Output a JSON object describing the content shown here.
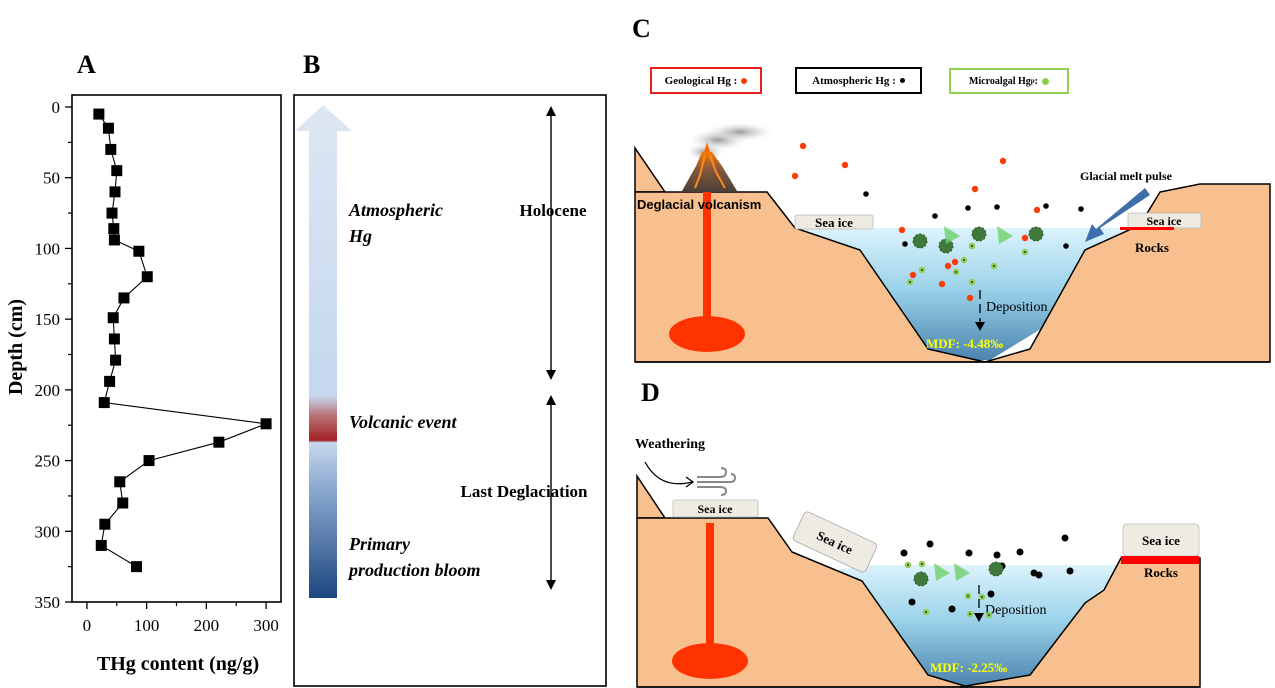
{
  "panels": {
    "a": {
      "letter": "A"
    },
    "b": {
      "letter": "B"
    },
    "c": {
      "letter": "C"
    },
    "d": {
      "letter": "D"
    }
  },
  "chart_data": {
    "type": "line",
    "title": "",
    "xlabel": "THg content (ng/g)",
    "ylabel": "Depth (cm)",
    "xlim": [
      -25,
      325
    ],
    "ylim": [
      0,
      350
    ],
    "y_inverted": true,
    "xticks": [
      0,
      100,
      200,
      300
    ],
    "xticks_minor": [
      50,
      150,
      250
    ],
    "yticks": [
      0,
      50,
      100,
      150,
      200,
      250,
      300,
      350
    ],
    "yticks_minor": [
      25,
      75,
      125,
      175,
      225,
      275,
      325
    ],
    "grid": false,
    "marker": "square",
    "series": [
      {
        "name": "THg",
        "depth": [
          5,
          15,
          30,
          45,
          60,
          75,
          86,
          94,
          102,
          120,
          135,
          149,
          164,
          179,
          194,
          209,
          224,
          237,
          250,
          265,
          280,
          295,
          310,
          325
        ],
        "thg": [
          20,
          36,
          40,
          50,
          47,
          42,
          45,
          46,
          87,
          101,
          62,
          44,
          46,
          48,
          38,
          29,
          300,
          221,
          104,
          55,
          60,
          30,
          24,
          83
        ]
      }
    ]
  },
  "panel_b": {
    "arrow_labels": {
      "atmospheric": [
        "Atmospheric",
        "Hg"
      ],
      "volcanic": "Volcanic event",
      "bloom": [
        "Primary",
        "production bloom"
      ]
    },
    "periods": [
      {
        "label": "Holocene"
      },
      {
        "label": "Last Deglaciation"
      }
    ],
    "colors": {
      "light_blue": "#c9daf0",
      "red": "#a32124",
      "dark_blue": "#1f497d"
    }
  },
  "panel_c": {
    "legend": [
      {
        "label": "Geological Hg :",
        "border": "#e8201e",
        "dot": "#fa3c08"
      },
      {
        "label": "Atmospheric Hg :",
        "border": "#000000",
        "dot": "#000000"
      },
      {
        "label": "Microalgal Hg",
        "sup": "p",
        "suffix": " :",
        "border": "#8fd14f",
        "dot": "#8fce4f"
      }
    ],
    "volcanism_label": "Deglacial volcanism",
    "sea_ice_left": "Sea ice",
    "sea_ice_right": "Sea ice",
    "rocks_label": "Rocks",
    "melt_label": "Glacial melt pulse",
    "deposition_label": "Deposition",
    "mdf_label": "MDF: -4.48‰"
  },
  "panel_d": {
    "weathering_label": "Weathering",
    "sea_ice_top": "Sea ice",
    "sea_ice_tilted": "Sea ice",
    "sea_ice_right": "Sea ice",
    "rocks_label": "Rocks",
    "deposition_label": "Deposition",
    "mdf_label": "MDF: -2.25‰"
  },
  "colors": {
    "land": "#f8bf8f",
    "magma": "#ff3300",
    "water_top": "#d8f1fb",
    "water_bottom": "#4d86b1",
    "sea_ice": "#eeebe2",
    "rock_red": "#ff0000",
    "mdf_yellow": "#ffff00",
    "melt_arrow": "#3d6eab"
  }
}
